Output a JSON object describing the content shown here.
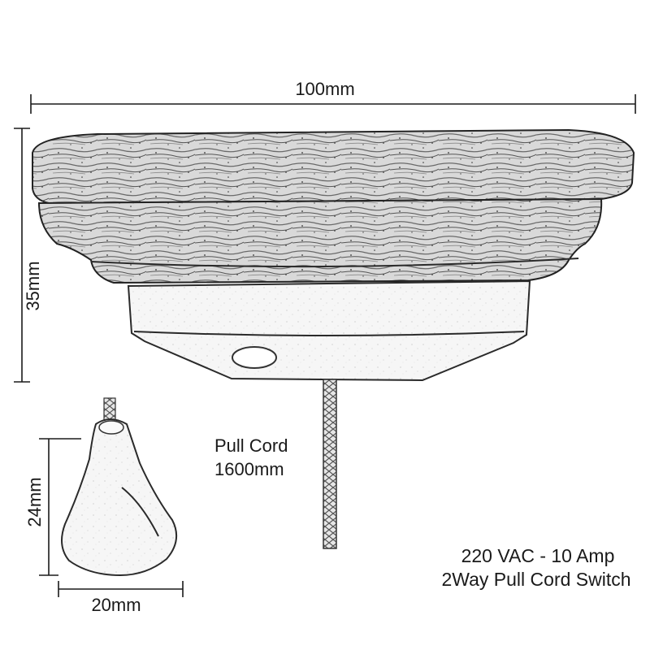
{
  "dimensions": {
    "width_label": "100mm",
    "height_label": "35mm",
    "pull_height_label": "24mm",
    "pull_width_label": "20mm"
  },
  "pull_cord": {
    "line1": "Pull Cord",
    "line2": "1600mm"
  },
  "specs": {
    "rating": "220 VAC - 10 Amp",
    "type": "2Way Pull Cord Switch"
  }
}
